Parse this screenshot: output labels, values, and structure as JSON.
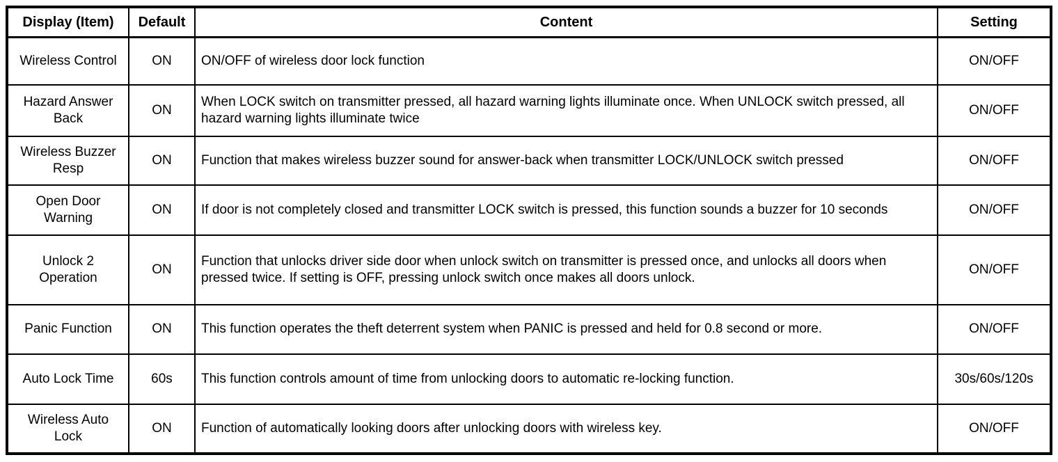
{
  "page": {
    "background_color": "#ffffff",
    "border_color": "#000000",
    "text_color": "#000000"
  },
  "table": {
    "headers": [
      {
        "label": "Display (Item)"
      },
      {
        "label": "Default"
      },
      {
        "label": "Content"
      },
      {
        "label": "Setting"
      }
    ],
    "rows": [
      {
        "display": "Wireless Control",
        "default": "ON",
        "content": "ON/OFF of wireless door lock function",
        "setting": "ON/OFF"
      },
      {
        "display": "Hazard Answer Back",
        "default": "ON",
        "content": "When LOCK switch on transmitter pressed, all hazard warning lights illuminate once. When UNLOCK switch pressed, all hazard warning lights illuminate twice",
        "setting": "ON/OFF"
      },
      {
        "display": "Wireless Buzzer Resp",
        "default": "ON",
        "content": "Function that makes wireless buzzer sound for answer-back when transmitter LOCK/UNLOCK switch pressed",
        "setting": "ON/OFF"
      },
      {
        "display": "Open Door Warning",
        "default": "ON",
        "content": "If door is not completely closed and transmitter LOCK switch is pressed, this function sounds a buzzer for 10 seconds",
        "setting": "ON/OFF"
      },
      {
        "display": "Unlock 2 Operation",
        "default": "ON",
        "content": "Function that unlocks driver side door when unlock switch on transmitter is pressed once, and unlocks all doors when pressed twice. If setting is OFF, pressing unlock switch once makes all doors unlock.",
        "setting": "ON/OFF"
      },
      {
        "display": "Panic Function",
        "default": "ON",
        "content": "This function operates the theft deterrent system when PANIC is pressed and held for 0.8 second or more.",
        "setting": "ON/OFF"
      },
      {
        "display": "Auto Lock Time",
        "default": "60s",
        "content": "This function controls amount of time from unlocking doors to automatic re-locking function.",
        "setting": "30s/60s/120s"
      },
      {
        "display": "Wireless Auto Lock",
        "default": "ON",
        "content": "Function of automatically looking doors after unlocking doors with wireless key.",
        "setting": "ON/OFF"
      }
    ]
  }
}
